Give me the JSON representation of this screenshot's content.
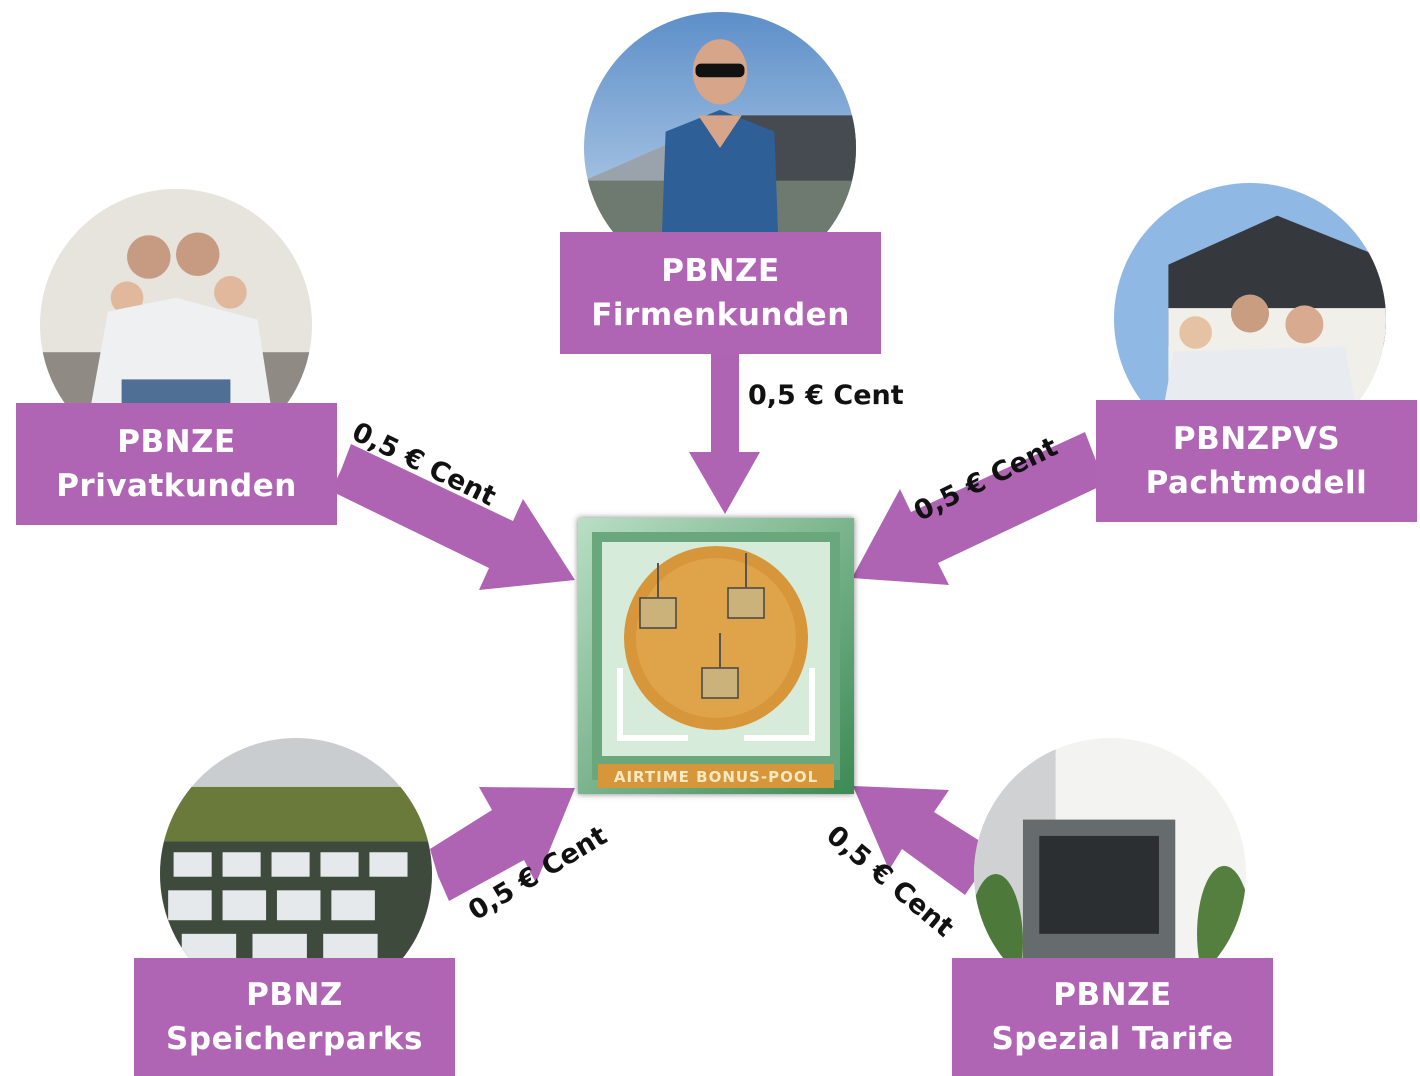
{
  "center": {
    "pool_label": "AIRTIME BONUS-POOL"
  },
  "nodes": [
    {
      "line1": "PBNZE",
      "line2": "Firmenkunden",
      "amount": "0,5 € Cent"
    },
    {
      "line1": "PBNZE",
      "line2": "Privatkunden",
      "amount": "0,5 € Cent"
    },
    {
      "line1": "PBNZPVS",
      "line2": "Pachtmodell",
      "amount": "0,5 € Cent"
    },
    {
      "line1": "PBNZ",
      "line2": "Speicherparks",
      "amount": "0,5 € Cent"
    },
    {
      "line1": "PBNZE",
      "line2": "Spezial Tarife",
      "amount": "0,5 € Cent"
    }
  ],
  "colors": {
    "box": "#b064b4",
    "arrow": "#ae63b3",
    "text": "#111111"
  }
}
